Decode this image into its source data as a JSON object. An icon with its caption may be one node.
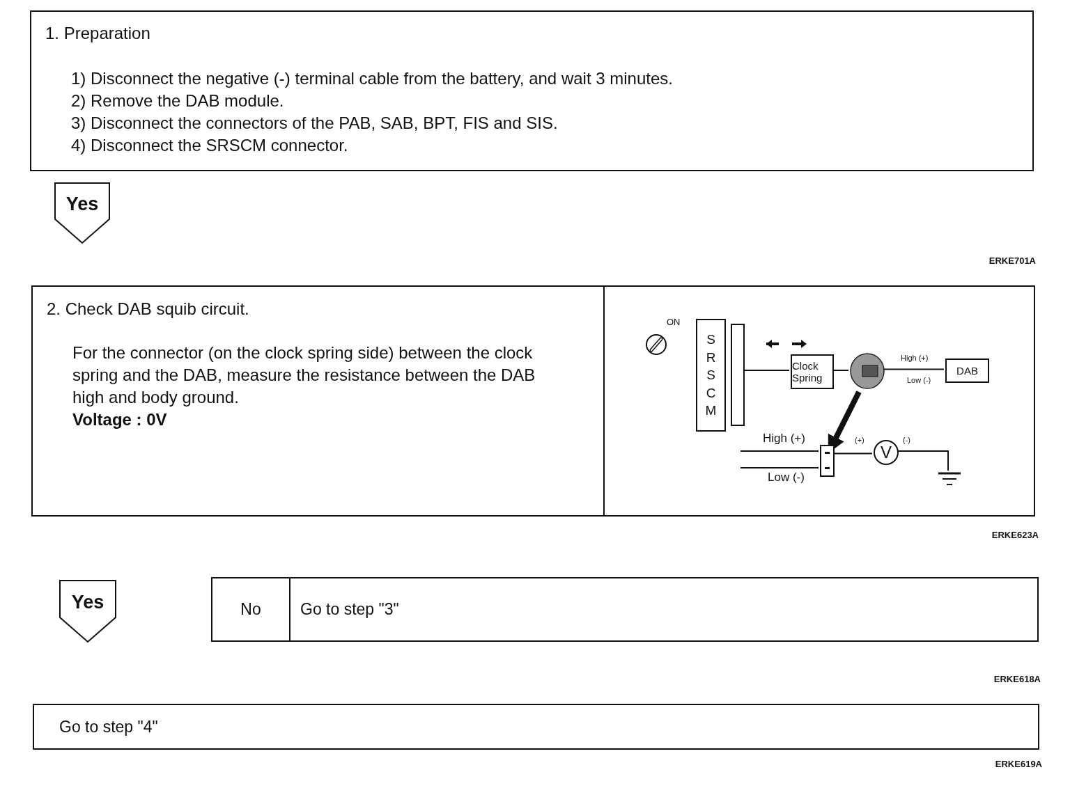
{
  "diagram": {
    "nodes": [
      {
        "text": [
          "1. Preparation",
          "1) Disconnect the negative (-) terminal cable from the battery, and wait 3 minutes.",
          "2) Remove the DAB module.",
          "3) Disconnect the connectors of the PAB, SAB, BPT, FIS and SIS.",
          "4) Disconnect the SRSCM connector."
        ]
      },
      {
        "text": [
          "Yes"
        ]
      },
      {
        "text": [
          "2. Check DAB squib circuit.",
          "For the connector (on the clock spring side) between the clock spring and the DAB, measure the resistance between the DAB high and body ground.",
          "Voltage : 0V"
        ]
      },
      {
        "text": [
          "SRSCM"
        ],
        "in": 2
      },
      {
        "text": [
          "Clock Spring"
        ],
        "in": 2
      },
      {
        "text": [],
        "shape": "circle",
        "in": 2
      },
      {
        "text": [
          "DAB"
        ],
        "in": 2
      },
      {
        "text": [],
        "shape": "box",
        "in": 2
      },
      {
        "text": [
          "V"
        ],
        "in": 2
      },
      {
        "text": [],
        "shape": "ground",
        "in": 2
      },
      {
        "text": [
          "Yes"
        ]
      },
      {
        "text": [
          "No",
          "Go to step \"3\""
        ]
      },
      {
        "text": [
          "Go to step \"4\""
        ]
      },
      {
        "text": [],
        "shape": "bar",
        "in": 2
      }
    ],
    "edges": [
      {
        "from": 13,
        "to": 4,
        "arrow": "none"
      },
      {
        "from": 4,
        "to": 5,
        "arrow": "none"
      },
      {
        "from": 5,
        "to": 6,
        "arrow": "none"
      },
      {
        "from": 5,
        "to": 7,
        "arrow": "to",
        "style": "thick"
      },
      {
        "from": null,
        "to": 7,
        "arrow": "none"
      },
      {
        "from": null,
        "to": 7,
        "arrow": "none"
      },
      {
        "from": 7,
        "to": 8,
        "arrow": "none"
      },
      {
        "from": 8,
        "to": 9,
        "arrow": "none"
      }
    ],
    "labels": [
      "ERKE701A",
      "ON",
      "High (+)",
      "Low (-)",
      "High (+)",
      "Low (-)",
      "(+)",
      "(-)",
      "ERKE623A",
      "ERKE618A",
      "ERKE619A"
    ]
  }
}
